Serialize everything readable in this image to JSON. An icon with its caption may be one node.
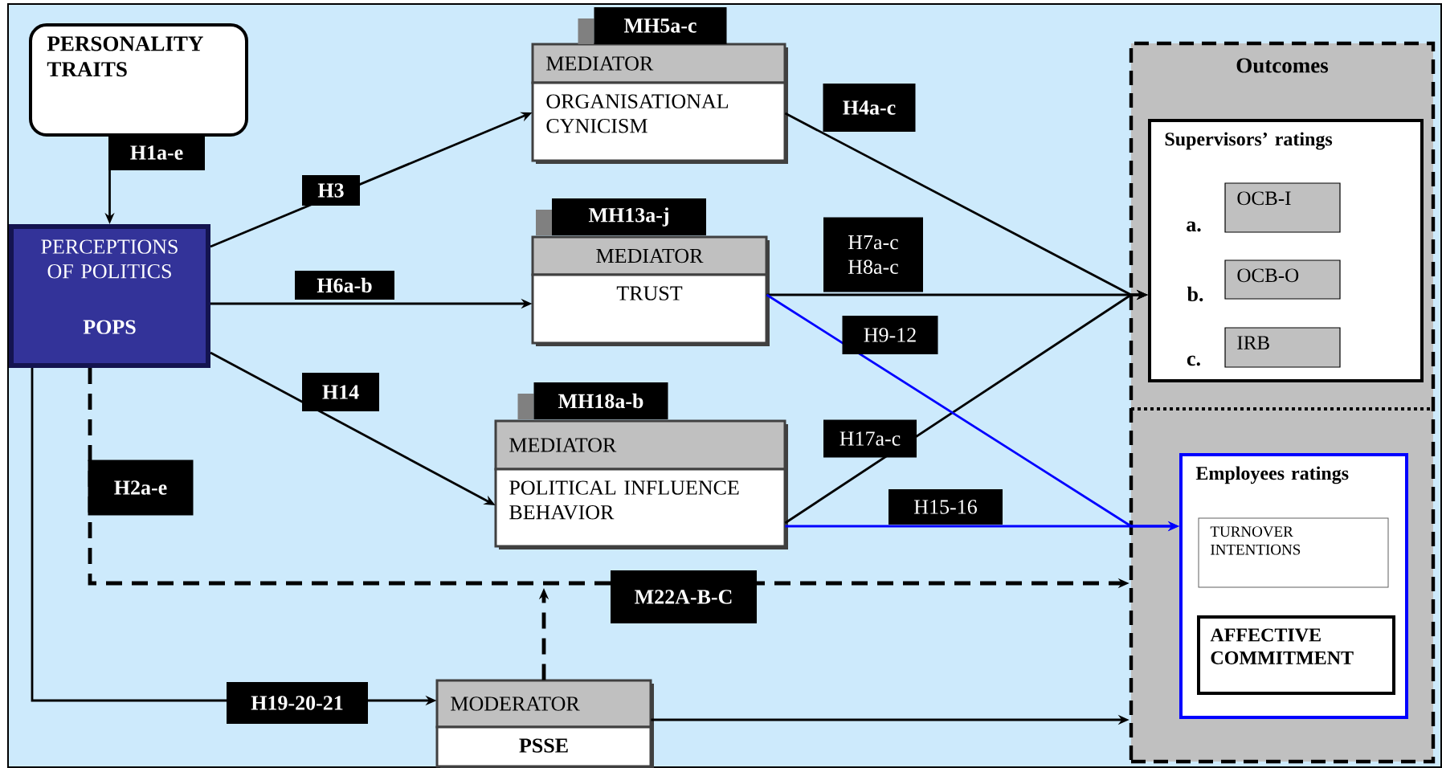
{
  "diagram": {
    "nodes": [
      {
        "text": [
          "PERSONALITY TRAITS"
        ]
      },
      {
        "text": [
          "PERCEPTIONS OF POLITICS",
          "POPS"
        ]
      },
      {
        "text": [
          "Outcomes"
        ]
      },
      {
        "text": [
          "Supervisors’ ratings"
        ],
        "in": 2
      },
      {
        "text": [
          "OCB-I"
        ],
        "in": 3,
        "beside": [
          "a."
        ]
      },
      {
        "text": [
          "OCB-O"
        ],
        "in": 3,
        "beside": [
          "b."
        ]
      },
      {
        "text": [
          "IRB"
        ],
        "in": 3,
        "beside": [
          "c."
        ]
      },
      {
        "text": [
          "Employees ratings"
        ],
        "in": 2
      },
      {
        "text": [
          "TURNOVER INTENTIONS"
        ],
        "in": 7
      },
      {
        "text": [
          "AFFECTIVE COMMITMENT"
        ],
        "in": 7
      },
      {
        "text": [
          "MEDIATOR",
          "ORGANISATIONAL CYNICISM"
        ],
        "beside": [
          "MH5a-c"
        ]
      },
      {
        "text": [
          "MEDIATOR",
          "TRUST"
        ],
        "beside": [
          "MH13a-j"
        ]
      },
      {
        "text": [
          "MEDIATOR",
          "POLITICAL INFLUENCE BEHAVIOR"
        ],
        "beside": [
          "MH18a-b"
        ]
      },
      {
        "text": [
          "MODERATOR",
          "PSSE"
        ]
      }
    ],
    "edges": [
      {
        "from": 0,
        "to": 1,
        "arrow": "to",
        "label": "H1a-e"
      },
      {
        "from": 1,
        "to": 10,
        "arrow": "to",
        "label": "H3"
      },
      {
        "from": 1,
        "to": 11,
        "arrow": "to",
        "label": "H6a-b"
      },
      {
        "from": 1,
        "to": 12,
        "arrow": "to",
        "label": "H14"
      },
      {
        "from": 10,
        "to": 3,
        "arrow": "to",
        "label": "H4a-c"
      },
      {
        "from": 11,
        "to": 3,
        "arrow": "to",
        "label": "H7a-c H8a-c"
      },
      {
        "from": 12,
        "to": 3,
        "arrow": "to",
        "label": "H17a-c"
      },
      {
        "from": 11,
        "to": 7,
        "arrow": "to",
        "label": "H9-12",
        "color": "#0000ff"
      },
      {
        "from": 12,
        "to": 7,
        "arrow": "to",
        "label": "H15-16",
        "color": "#0000ff"
      },
      {
        "from": 1,
        "to": 2,
        "arrow": "to",
        "label": "H2a-e",
        "style": "dashed"
      },
      {
        "from": 1,
        "to": 13,
        "arrow": "to",
        "label": "H19-20-21"
      },
      {
        "from": 13,
        "to": 2,
        "arrow": "to"
      },
      {
        "from": 13,
        "to": null,
        "arrow": "to",
        "style": "dashed"
      }
    ],
    "labels": [
      "M22A-B-C"
    ]
  }
}
